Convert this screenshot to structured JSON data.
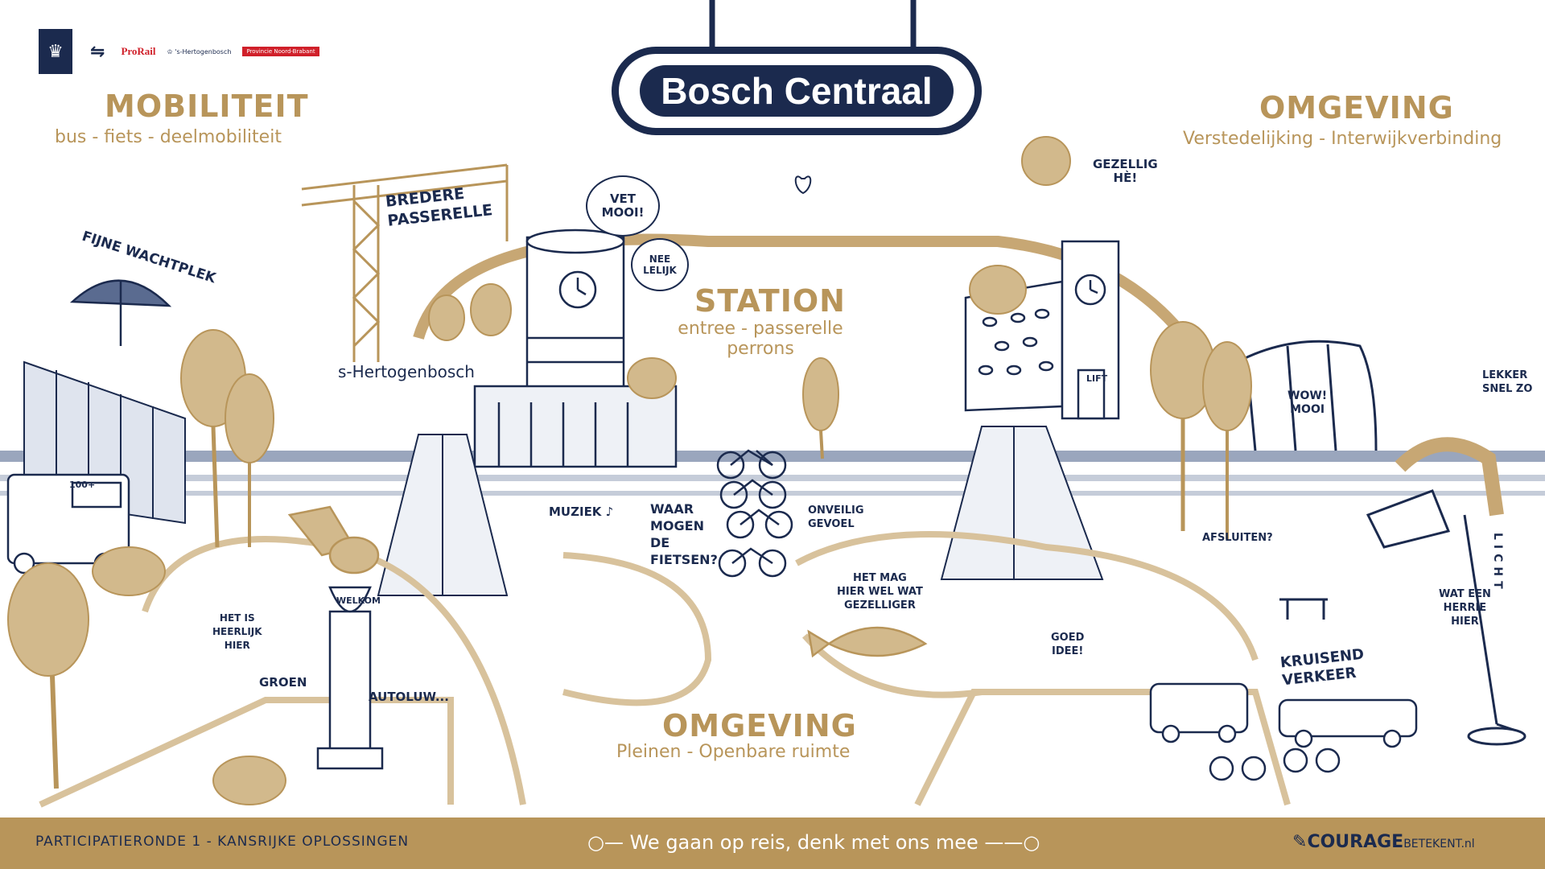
{
  "header": {
    "station_name": "Bosch Centraal",
    "logos": [
      "crest-icon",
      "ns-icon",
      "prorail-icon",
      "s-hertogenbosch-icon",
      "provincie-noord-brabant-icon"
    ],
    "logo_labels": {
      "prorail": "ProRail",
      "gemeente": "'s-Hertogenbosch",
      "provincie": "Provincie Noord-Brabant"
    }
  },
  "sections": {
    "mobiliteit": {
      "title": "MOBILITEIT",
      "subtitle": "bus - fiets - deelmobiliteit"
    },
    "omgeving_top": {
      "title": "OMGEVING",
      "subtitle": "Verstedelijking - Interwijkverbinding"
    },
    "station": {
      "title": "STATION",
      "subtitle": "entree - passerelle\nperrons"
    },
    "omgeving_bottom": {
      "title": "OMGEVING",
      "subtitle": "Pleinen - Openbare ruimte"
    }
  },
  "annotations": {
    "fijne_wachtplek": "FIJNE WACHTPLEK",
    "bredere_passerelle": "BREDERE\nPASSERELLE",
    "vet_mooi": "VET\nMOOI!",
    "nee_lelijk": "NEE\nLELIJK",
    "gezellig_he": "GEZELLIG\nHÈ!",
    "s_hertogenbosch": "s-Hertogenbosch",
    "lekker_snel_zo": "LEKKER\nSNEL ZO",
    "wow_mooi": "WOW!\nMOOI",
    "lift": "LIFT",
    "muziek": "MUZIEK ♪",
    "waar_mogen_de_fietsen": "WAAR\nMOGEN\nDE\nFIETSEN?",
    "onveilig_gevoel": "ONVEILIG\nGEVOEL",
    "het_mag_hier": "HET MAG\nHIER WEL WAT\nGEZELLIGER",
    "afsluiten": "AFSLUITEN?",
    "licht": "LICHT",
    "wat_een_herrie": "WAT EEN\nHERRIE\nHIER",
    "welkom": "WELKOM",
    "het_is_heerlijk": "HET IS\nHEERLIJK\nHIER",
    "groen": "GROEN",
    "autoluw": "AUTOLUW...",
    "goed_idee": "GOED\nIDEE!",
    "kruisend_verkeer": "KRUISEND\nVERKEER",
    "bus_sign": "100+"
  },
  "footer": {
    "left": "PARTICIPATIERONDE 1  -  KANSRIJKE OPLOSSINGEN",
    "center": "We gaan op reis, denk met ons mee",
    "right_brand": "COURAGE",
    "right_suffix": "BETEKENT.nl"
  },
  "colors": {
    "navy": "#1b2a4e",
    "gold": "#b8955a",
    "red": "#d0202a",
    "light_gold": "#d8c29c"
  }
}
